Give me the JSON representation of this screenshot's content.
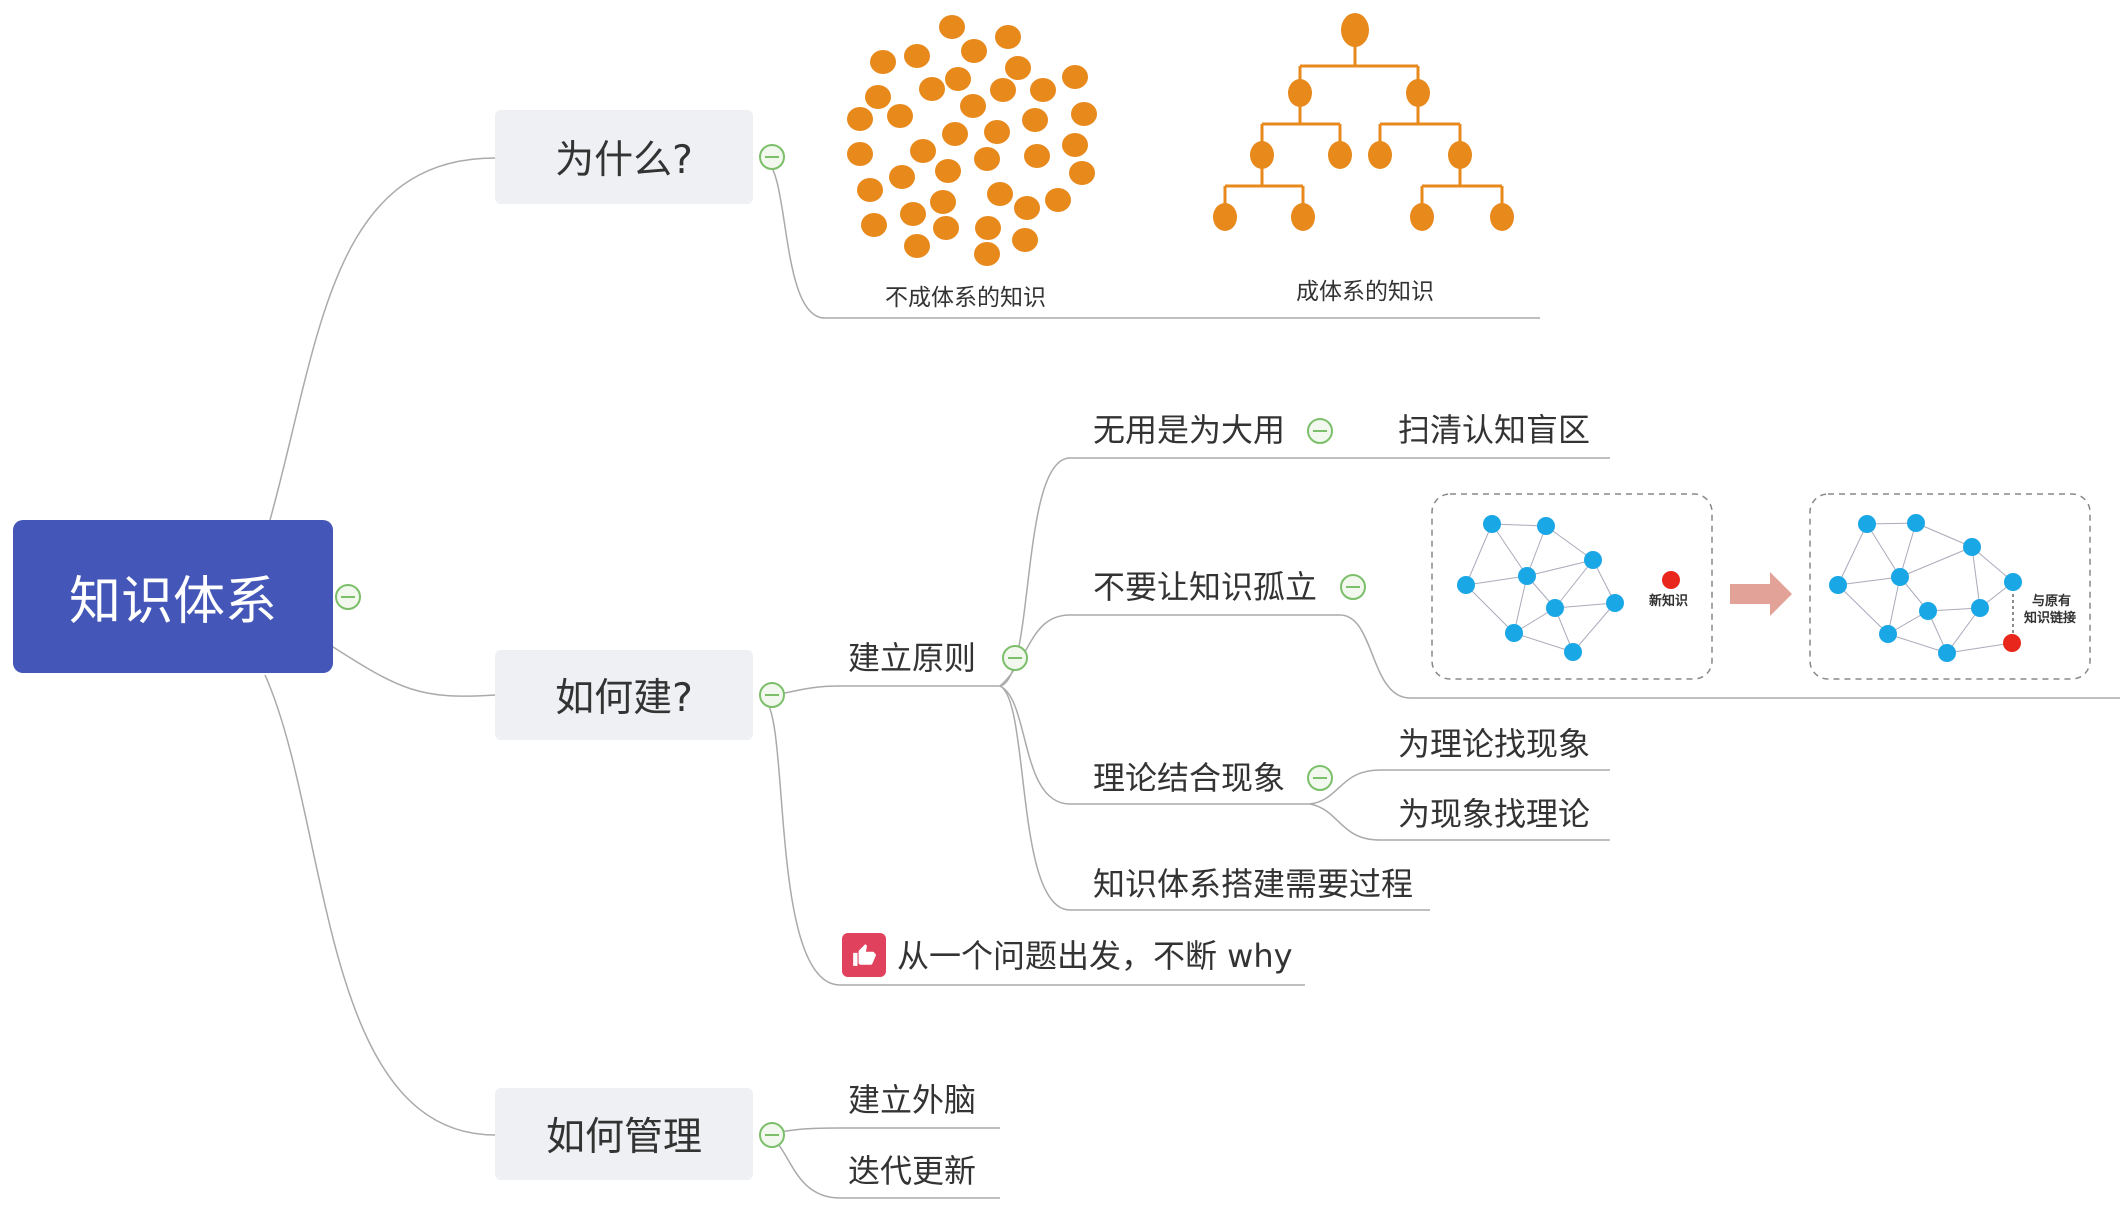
{
  "root": {
    "label": "知识体系"
  },
  "branches": {
    "why": {
      "label": "为什么?"
    },
    "how_build": {
      "label": "如何建?"
    },
    "how_manage": {
      "label": "如何管理"
    }
  },
  "why_figure": {
    "left_caption": "不成体系的知识",
    "right_caption": "成体系的知识"
  },
  "principles": {
    "label": "建立原则",
    "items": {
      "useless": {
        "label": "无用是为大用",
        "child": "扫清认知盲区"
      },
      "isolate": {
        "label": "不要让知识孤立",
        "new_knowledge": "新知识",
        "link_line1": "与原有",
        "link_line2": "知识链接"
      },
      "theory": {
        "label": "理论结合现象",
        "child1": "为理论找现象",
        "child2": "为现象找理论"
      },
      "process": {
        "label": "知识体系搭建需要过程"
      }
    }
  },
  "question": {
    "label": "从一个问题出发，不断 why",
    "icon": "thumbs-up-icon"
  },
  "manage": {
    "item1": "建立外脑",
    "item2": "迭代更新"
  },
  "colors": {
    "root": "#4457b9",
    "branch_bg": "#eef0f3",
    "connector": "#aaaaaa",
    "collapse_green": "#7bbf6a",
    "orange_node": "#e8891c",
    "blue_node": "#1aa7e6",
    "red_node": "#e8261b",
    "arrow": "#e3a297",
    "thumb": "#e0425e"
  }
}
